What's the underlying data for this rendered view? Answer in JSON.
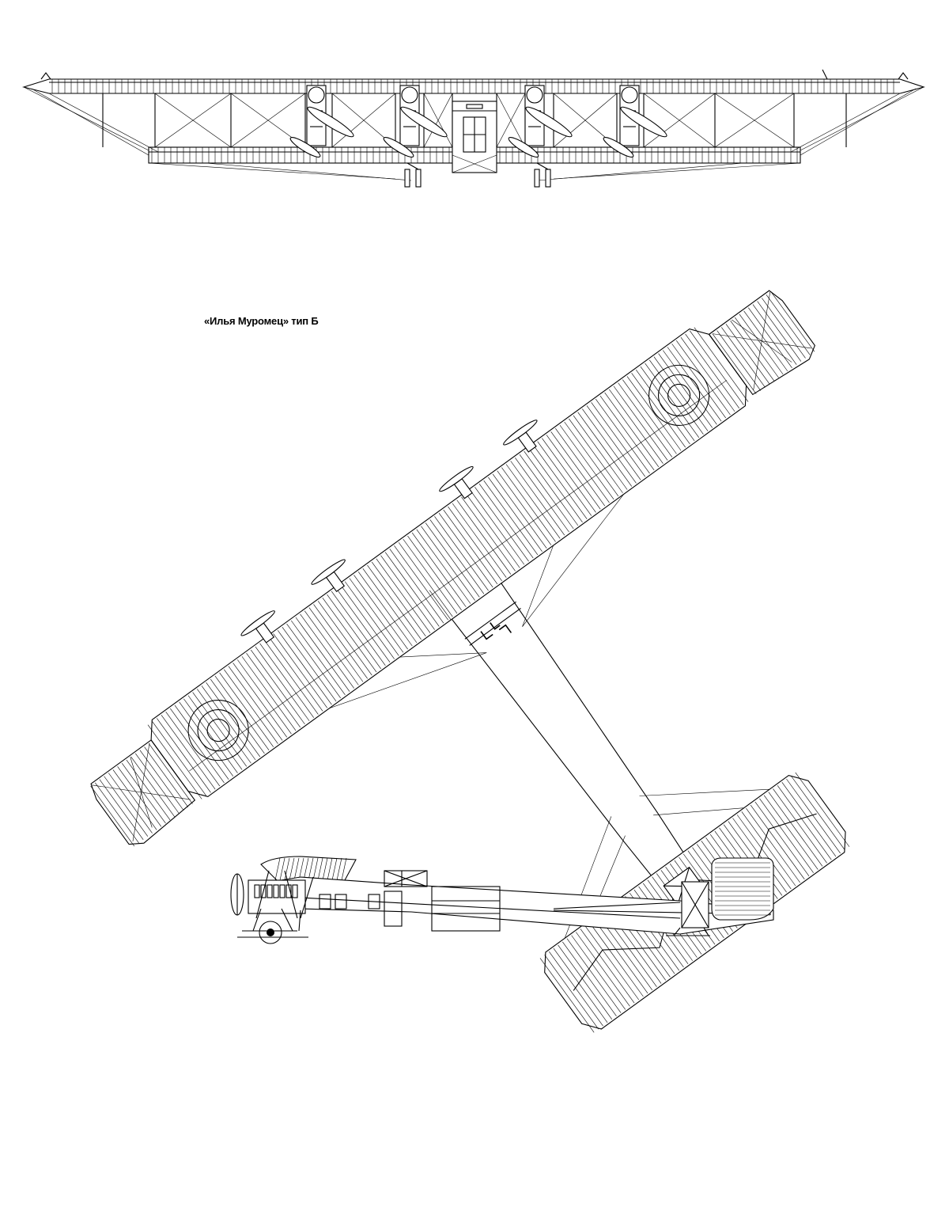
{
  "caption": "«Илья Муромец» тип Б",
  "colors": {
    "ink": "#000000",
    "paper": "#ffffff"
  },
  "views": [
    {
      "id": "front",
      "name": "front-view"
    },
    {
      "id": "plan",
      "name": "plan-view"
    },
    {
      "id": "side",
      "name": "side-view"
    }
  ]
}
